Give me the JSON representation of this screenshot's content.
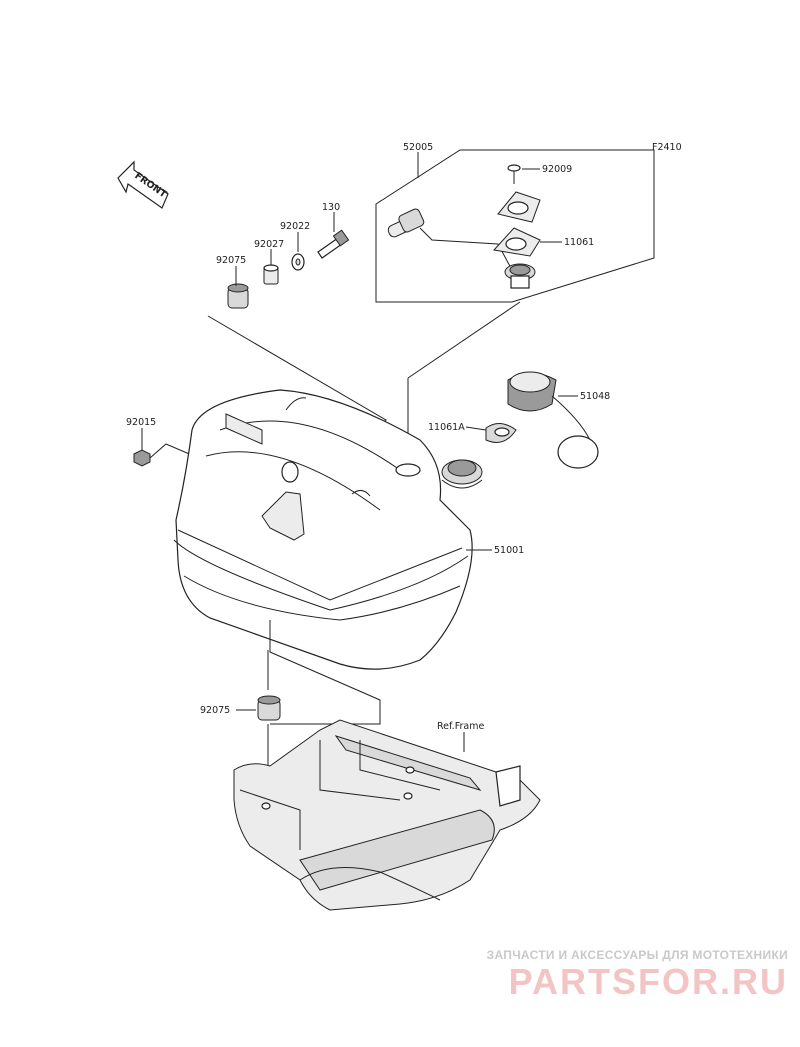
{
  "diagram": {
    "figure_code": "F2410",
    "front_arrow_label": "FRONT",
    "parts": {
      "p52005": "52005",
      "p92009": "92009",
      "p11061": "11061",
      "p130": "130",
      "p92022": "92022",
      "p92027": "92027",
      "p92075_top": "92075",
      "p51048": "51048",
      "p11061A": "11061A",
      "p92015": "92015",
      "p51001": "51001",
      "p92075_bottom": "92075",
      "ref_frame": "Ref.Frame"
    }
  },
  "watermark": {
    "subtitle": "ЗАПЧАСТИ И АКСЕССУАРЫ ДЛЯ МОТОТЕХНИКИ",
    "logo": "PARTSFOR.RU",
    "logo_color": "#e04040"
  }
}
